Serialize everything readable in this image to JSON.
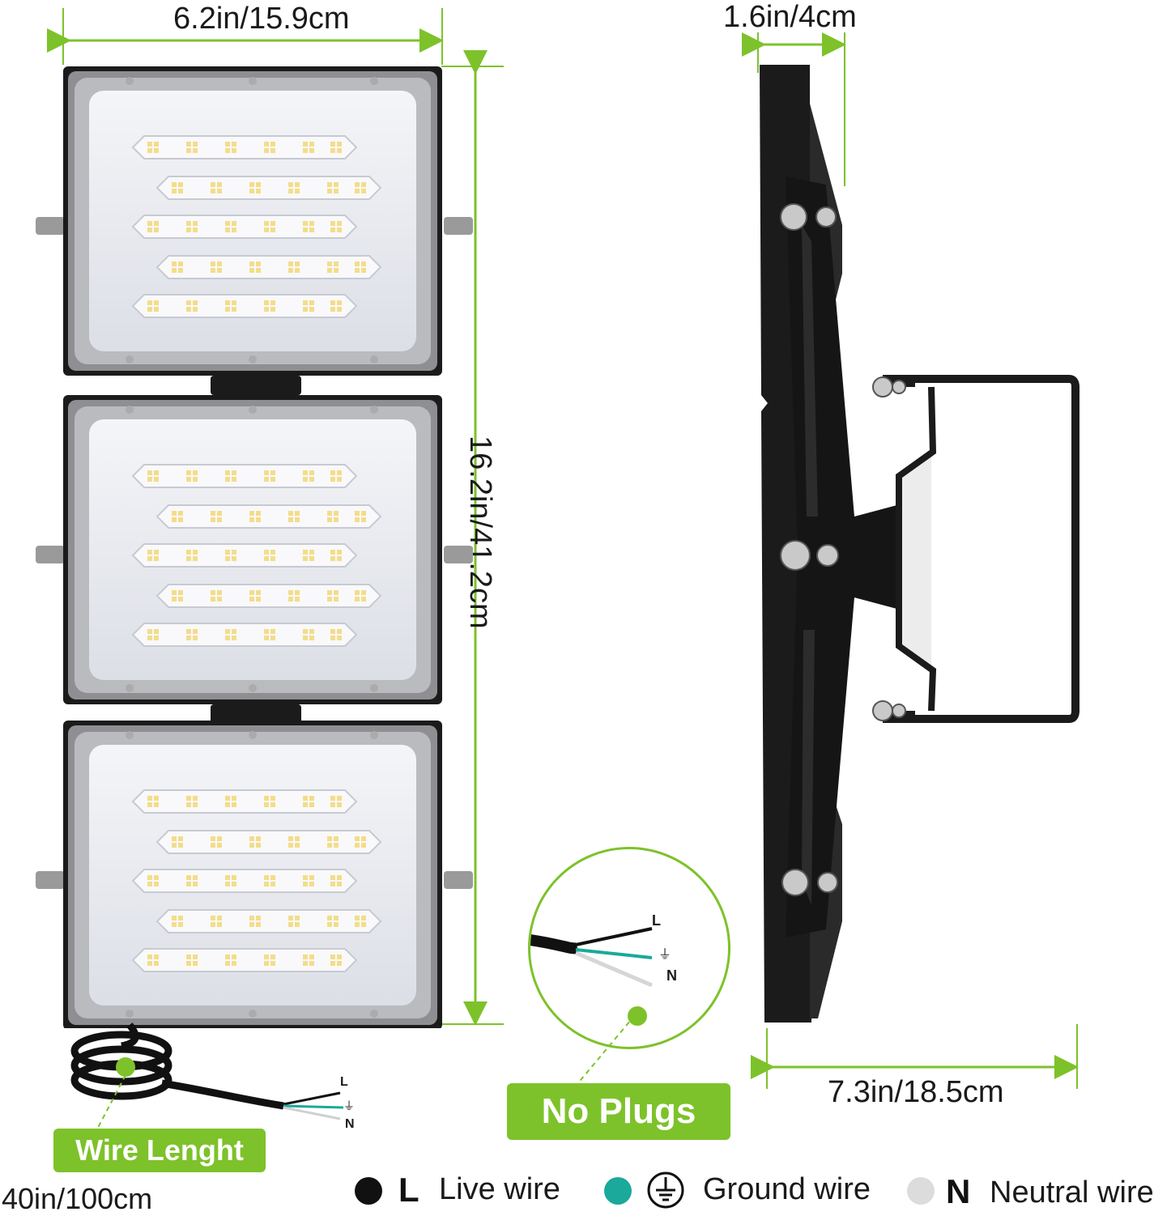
{
  "dimensions": {
    "width_front": "6.2in/15.9cm",
    "height_front": "16.2in/41.2cm",
    "depth_side": "1.6in/4cm",
    "bracket_width": "7.3in/18.5cm",
    "wire_length": "40in/100cm"
  },
  "callouts": {
    "wire_length_label": "Wire Lenght",
    "no_plugs_label": "No Plugs"
  },
  "wire_markers": {
    "live": "L",
    "neutral": "N",
    "ground_symbol": "⏚"
  },
  "legend": {
    "live": {
      "letter": "L",
      "text": "Live wire",
      "color": "#111111"
    },
    "ground": {
      "text": "Ground wire",
      "color": "#1aa99a"
    },
    "neutral": {
      "letter": "N",
      "text": "Neutral wire",
      "color": "#dcdcdc"
    }
  },
  "colors": {
    "accent": "#7dc22a",
    "housing": "#1b1b1b",
    "lens": "#eef0f4",
    "led": "#f6e7a8"
  }
}
